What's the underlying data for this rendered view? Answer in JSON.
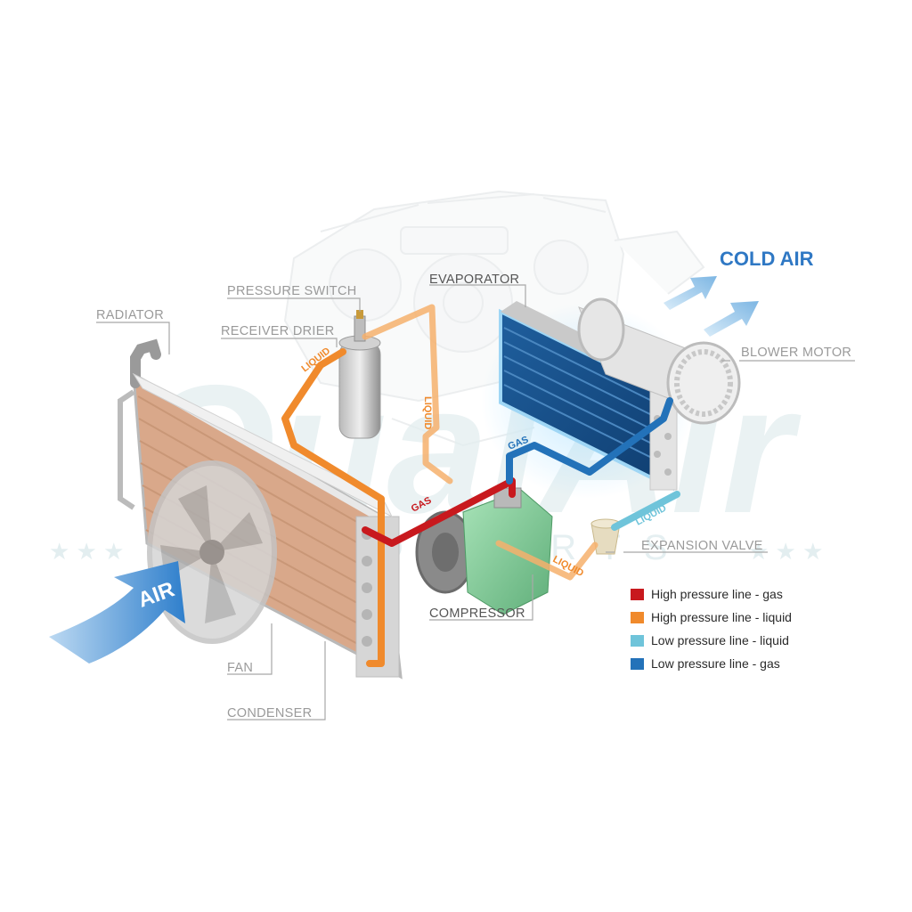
{
  "labels": {
    "pressure_switch": "PRESSURE SWITCH",
    "receiver_drier": "RECEIVER DRIER",
    "radiator": "RADIATOR",
    "evaporator": "EVAPORATOR",
    "blower_motor": "BLOWER MOTOR",
    "expansion_valve": "EXPANSION VALVE",
    "compressor": "COMPRESSOR",
    "fan": "FAN",
    "condenser": "CONDENSER",
    "cold_air": "COLD AIR",
    "air": "AIR"
  },
  "flow_tags": {
    "liquid_left": "LIQUID",
    "liquid_vertical": "LIQUID",
    "gas_red": "GAS",
    "gas_blue": "GAS",
    "liquid_bottom": "LIQUID",
    "liquid_cyan": "LIQUID"
  },
  "watermark": {
    "brand": "QualAir",
    "sub": "AUTO PARTS"
  },
  "legend": [
    {
      "label": "High pressure line - gas",
      "color": "#c8191e"
    },
    {
      "label": "High pressure line - liquid",
      "color": "#f08a2c"
    },
    {
      "label": "Low pressure line - liquid",
      "color": "#6fc4da"
    },
    {
      "label": "Low pressure line -  gas",
      "color": "#2372b9"
    }
  ],
  "colors": {
    "high_gas": "#c8191e",
    "high_liquid": "#f08a2c",
    "low_liquid": "#6fc4da",
    "low_gas": "#2372b9",
    "cold_air": "#2f78c4",
    "air_arrow": "#2f7fcc",
    "callout_text": "#9a9a9a"
  }
}
